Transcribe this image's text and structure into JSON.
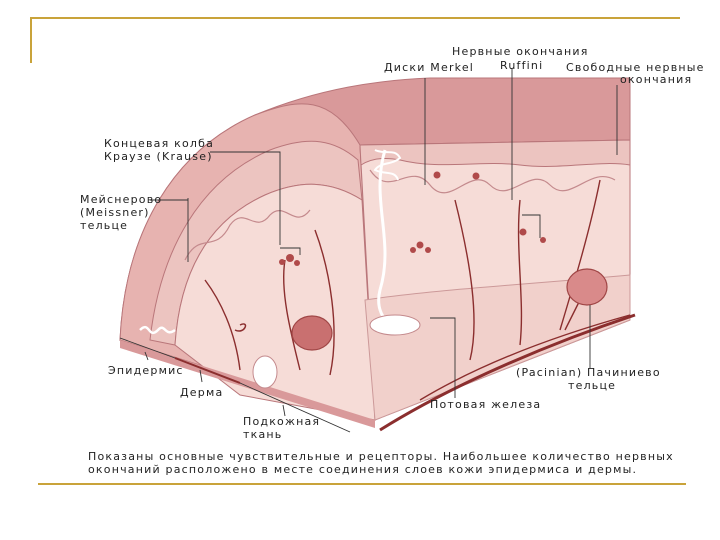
{
  "labels": {
    "nerve_endings_ruffini_line1": "Нервные окончания",
    "nerve_endings_ruffini_line2": "Ruffini",
    "merkel_discs": "Диски Merkel",
    "free_nerve_endings_line1": "Свободные нервные",
    "free_nerve_endings_line2": "окончания",
    "krause_line1": "Концевая колба",
    "krause_line2": "Краузе (Krause)",
    "meissner_line1": "Мейснерово",
    "meissner_line2": "(Meissner)",
    "meissner_line3": "тельце",
    "epidermis": "Эпидермис",
    "dermis": "Дерма",
    "subcutaneous_line1": "Подкожная",
    "subcutaneous_line2": "ткань",
    "sweat_gland": "Потовая железа",
    "pacinian_line1": "(Pacinian) Пачиниево",
    "pacinian_line2": "тельце"
  },
  "caption": "Показаны основные чувствительные и рецепторы. Наибольшее количество нервных\nокончаний расположено в месте соединения слоев кожи эпидермиса и дермы.",
  "colors": {
    "frame": "#c9a33a",
    "outer_skin": "#d9999a",
    "epidermis": "#ecc4c0",
    "dermis": "#f6dcd7",
    "subcutaneous": "#f1d0cb",
    "nerve": "#8b2e2e",
    "outline": "#b9767a"
  }
}
